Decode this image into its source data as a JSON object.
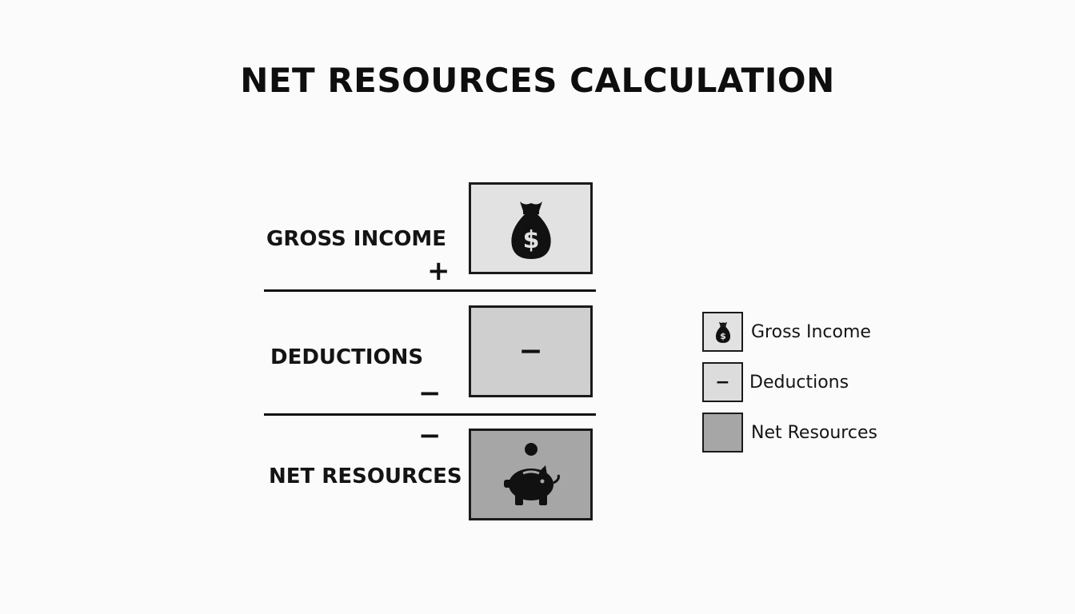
{
  "title": "NET RESOURCES CALCULATION",
  "rows": {
    "gross": {
      "label": "GROSS INCOME",
      "operator": "+",
      "icon": "money-bag-icon",
      "fill": "#e2e2e2"
    },
    "deductions": {
      "label": "DEDUCTIONS",
      "operator": "−",
      "box_symbol": "−",
      "fill": "#cfcfcf"
    },
    "net": {
      "label": "NET RESOURCES",
      "operator": "−",
      "icon": "piggy-bank-icon",
      "fill": "#a6a6a6"
    }
  },
  "legend": {
    "items": [
      {
        "label": "Gross Income",
        "icon": "money-bag-icon",
        "fill": "#e2e2e2"
      },
      {
        "label": "Deductions",
        "symbol": "−",
        "fill": "#dcdcdc"
      },
      {
        "label": "Net Resources",
        "fill": "#a6a6a6"
      }
    ]
  }
}
